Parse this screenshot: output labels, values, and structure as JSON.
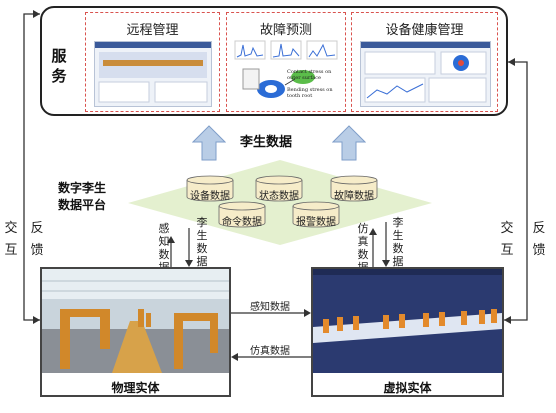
{
  "service": {
    "title": "服务",
    "panels": [
      {
        "title": "远程管理"
      },
      {
        "title": "故障预测"
      },
      {
        "title": "设备健康管理"
      }
    ],
    "tiny_caption_lines": [
      "Contact stress on",
      "outer surface",
      "Bending stress on",
      "tooth root"
    ]
  },
  "platform": {
    "center_title": "李生数据",
    "label_line1": "数字李生",
    "label_line2": "数据平台",
    "stores": [
      {
        "name": "设备数据"
      },
      {
        "name": "状态数据"
      },
      {
        "name": "故障数据"
      },
      {
        "name": "命令数据"
      },
      {
        "name": "报警数据"
      }
    ]
  },
  "flows": {
    "left_up": "感知数据",
    "left_down": "李生数据",
    "right_up": "仿真数据",
    "right_down": "李生数据",
    "mid_right": "感知数据",
    "mid_left": "仿真数据"
  },
  "sides": {
    "left_outer": "交互",
    "left_inner": "反馈",
    "right_inner": "交互",
    "right_outer": "反馈"
  },
  "entities": {
    "physical": "物理实体",
    "virtual": "虚拟实体"
  },
  "colors": {
    "panel_border": "#d9534f",
    "diamond": "#e4f0cf",
    "arrow_fill": "#b9cde6",
    "arrow_stroke": "#7f9ec9",
    "cylinder": "#f6ecc9",
    "virtual_bg": "#2b3a70"
  }
}
